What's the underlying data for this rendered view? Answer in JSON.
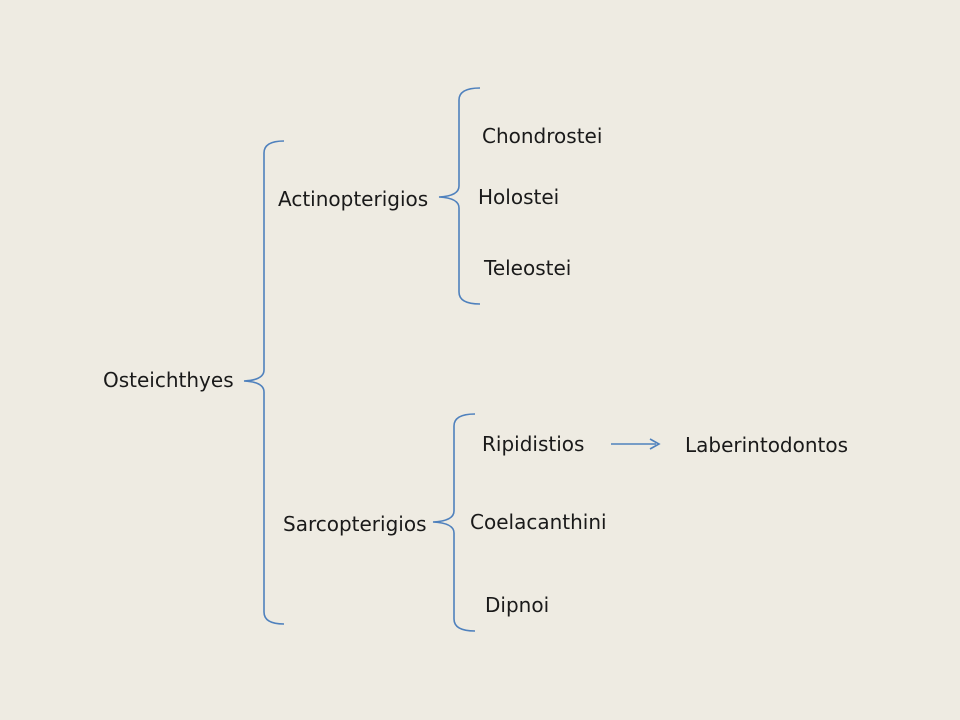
{
  "colors": {
    "background": "#eeebe2",
    "text": "#1a1a1a",
    "connector": "#4f81bd"
  },
  "diagram": {
    "root": "Osteichthyes",
    "groups": [
      {
        "label": "Actinopterigios",
        "children": [
          "Chondrostei",
          "Holostei",
          "Teleostei"
        ]
      },
      {
        "label": "Sarcopterigios",
        "children": [
          "Ripidistios",
          "Coelacanthini",
          "Dipnoi"
        ]
      }
    ],
    "arrow": {
      "from": "Ripidistios",
      "to": "Laberintodontos"
    }
  }
}
